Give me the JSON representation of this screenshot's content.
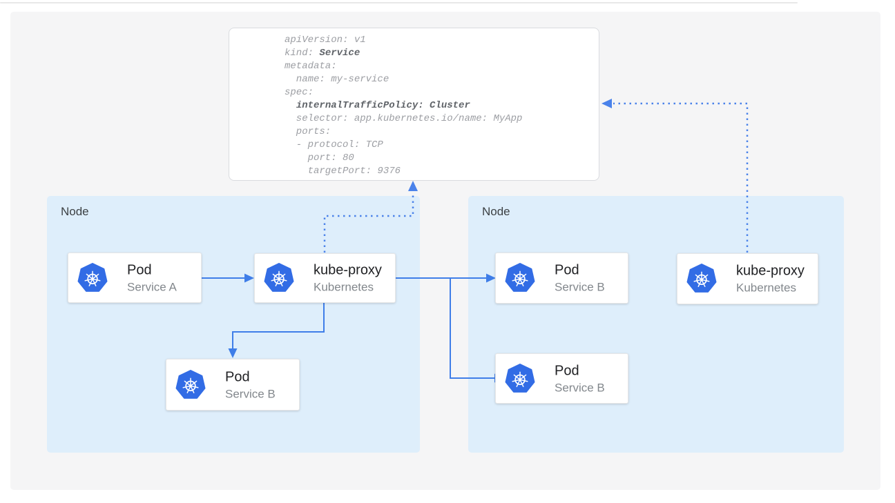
{
  "code_box": {
    "lines": [
      {
        "pre": "apiVersion: v1"
      },
      {
        "pre": "kind: ",
        "bold": "Service"
      },
      {
        "pre": "metadata:"
      },
      {
        "pre": "  name: my-service"
      },
      {
        "pre": "spec:"
      },
      {
        "pre": "  ",
        "bold": "internalTrafficPolicy: Cluster"
      },
      {
        "pre": "  selector: app.kubernetes.io/name: MyApp"
      },
      {
        "pre": "  ports:"
      },
      {
        "pre": "  - protocol: TCP"
      },
      {
        "pre": "    port: 80"
      },
      {
        "pre": "    targetPort: 9376"
      }
    ]
  },
  "nodes": {
    "left": {
      "label": "Node"
    },
    "right": {
      "label": "Node"
    }
  },
  "cards": {
    "pod_a": {
      "title": "Pod",
      "subtitle": "Service A"
    },
    "kube_proxy_left": {
      "title": "kube-proxy",
      "subtitle": "Kubernetes"
    },
    "pod_b_left": {
      "title": "Pod",
      "subtitle": "Service B"
    },
    "pod_b_right_top": {
      "title": "Pod",
      "subtitle": "Service B"
    },
    "pod_b_right_bottom": {
      "title": "Pod",
      "subtitle": "Service B"
    },
    "kube_proxy_right": {
      "title": "kube-proxy",
      "subtitle": "Kubernetes"
    }
  },
  "icons": {
    "kubernetes": "kubernetes-helm-wheel"
  },
  "colors": {
    "accent_blue": "#3e7de8",
    "dotted_blue": "#4a82ea",
    "k8s_blue": "#326ce5",
    "node_fill": "#deeefb",
    "canvas_bg": "#f5f5f6",
    "title_text": "#202124",
    "subtitle_text": "#82878c",
    "node_label": "#3c4043",
    "code_text": "#9c9ea3",
    "code_bold": "#5f6368"
  }
}
